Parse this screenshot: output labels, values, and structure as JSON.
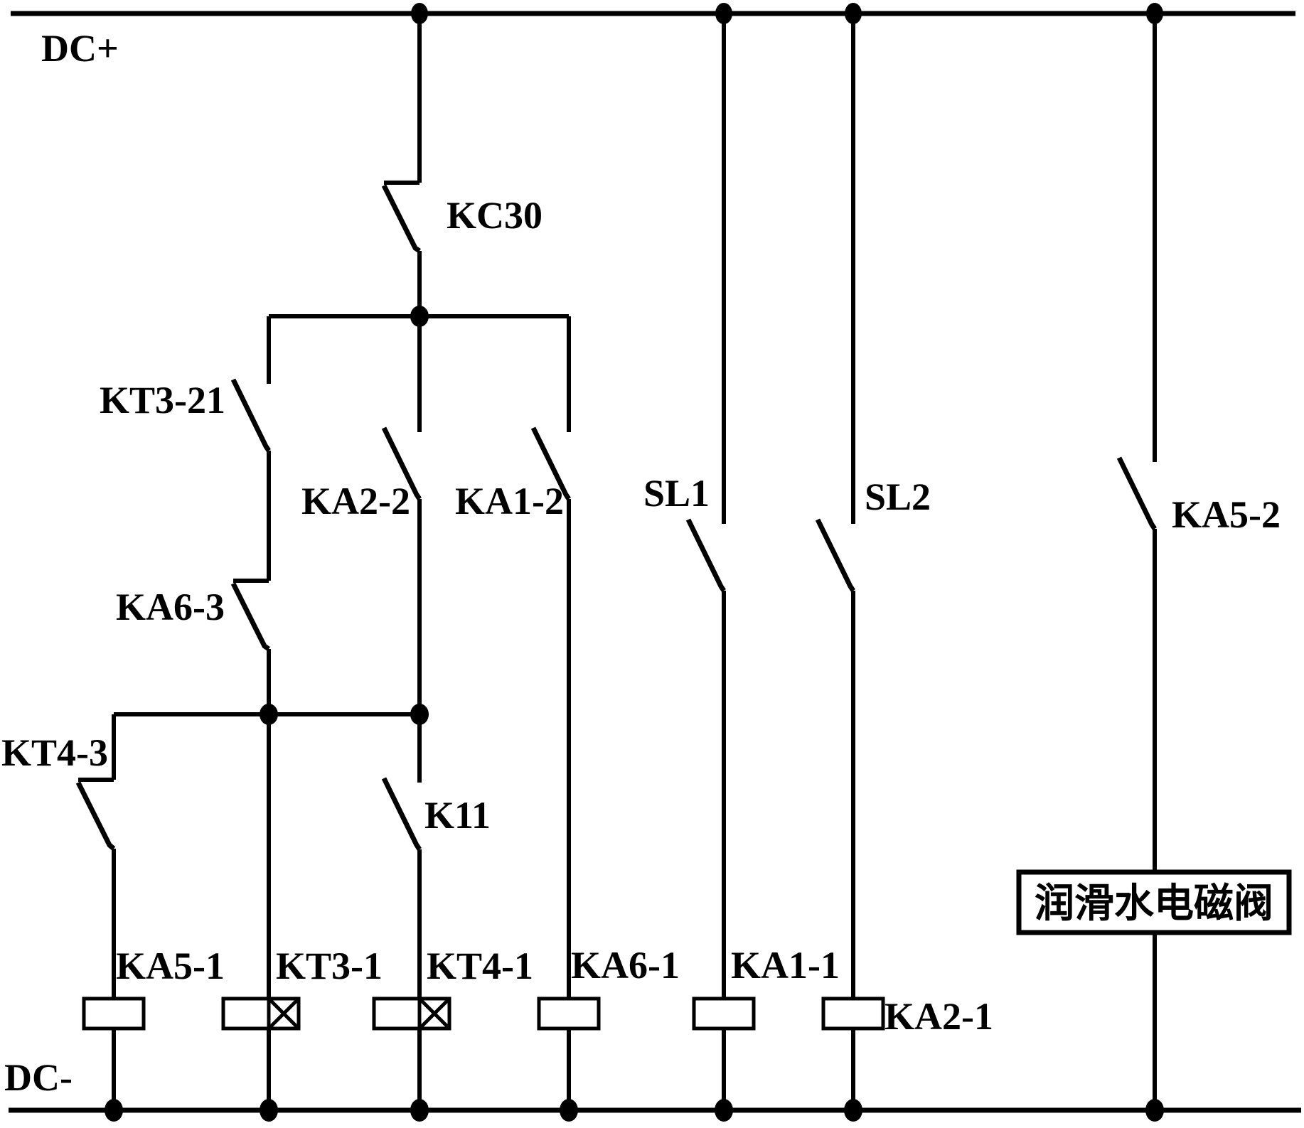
{
  "rails": {
    "top_label": "DC+",
    "bottom_label": "DC-"
  },
  "components": {
    "contacts": [
      {
        "id": "KC30",
        "label": "KC30",
        "type": "normally-closed-contact"
      },
      {
        "id": "KT3-21",
        "label": "KT3-21",
        "type": "normally-open-contact"
      },
      {
        "id": "KA2-2",
        "label": "KA2-2",
        "type": "normally-open-contact"
      },
      {
        "id": "KA1-2",
        "label": "KA1-2",
        "type": "normally-open-contact"
      },
      {
        "id": "KA6-3",
        "label": "KA6-3",
        "type": "normally-closed-contact"
      },
      {
        "id": "KT4-3",
        "label": "KT4-3",
        "type": "normally-closed-contact"
      },
      {
        "id": "K11",
        "label": "K11",
        "type": "normally-open-contact"
      },
      {
        "id": "SL1",
        "label": "SL1",
        "type": "normally-open-contact"
      },
      {
        "id": "SL2",
        "label": "SL2",
        "type": "normally-open-contact"
      },
      {
        "id": "KA5-2",
        "label": "KA5-2",
        "type": "normally-open-contact"
      }
    ],
    "coils": [
      {
        "id": "KA5-1",
        "label": "KA5-1",
        "type": "relay-coil"
      },
      {
        "id": "KT3-1",
        "label": "KT3-1",
        "type": "time-relay-coil"
      },
      {
        "id": "KT4-1",
        "label": "KT4-1",
        "type": "time-relay-coil"
      },
      {
        "id": "KA6-1",
        "label": "KA6-1",
        "type": "relay-coil"
      },
      {
        "id": "KA1-1",
        "label": "KA1-1",
        "type": "relay-coil"
      },
      {
        "id": "KA2-1",
        "label": "KA2-1",
        "type": "relay-coil"
      }
    ],
    "load": {
      "label": "润滑水电磁阀",
      "type": "solenoid-valve-box"
    }
  },
  "structure": {
    "branches": [
      {
        "from": "DC+",
        "series": [
          "KC30"
        ],
        "splits_to": [
          "KT3-21 branch",
          "KA2-2 branch",
          "KA1-2 branch"
        ]
      },
      {
        "name": "KT3-21 branch",
        "series": [
          "KT3-21",
          "KA6-3"
        ],
        "joins": "lower-node"
      },
      {
        "name": "KA2-2 branch",
        "series": [
          "KA2-2"
        ],
        "joins": "lower-node",
        "continues": [
          "K11",
          "KT4-1"
        ]
      },
      {
        "name": "KA1-2 branch",
        "series": [
          "KA1-2",
          "KA6-1"
        ],
        "to": "DC-"
      },
      {
        "name": "lower-node left",
        "series": [
          "KT4-3",
          "KA5-1"
        ],
        "to": "DC-"
      },
      {
        "name": "lower-node mid",
        "series": [
          "KT3-1"
        ],
        "to": "DC-"
      },
      {
        "from": "DC+",
        "series": [
          "SL1",
          "KA1-1"
        ],
        "to": "DC-"
      },
      {
        "from": "DC+",
        "series": [
          "SL2",
          "KA2-1"
        ],
        "to": "DC-"
      },
      {
        "from": "DC+",
        "series": [
          "KA5-2",
          "润滑水电磁阀"
        ],
        "to": "DC-"
      }
    ]
  },
  "colors": {
    "line": "#000000",
    "background": "#ffffff"
  }
}
